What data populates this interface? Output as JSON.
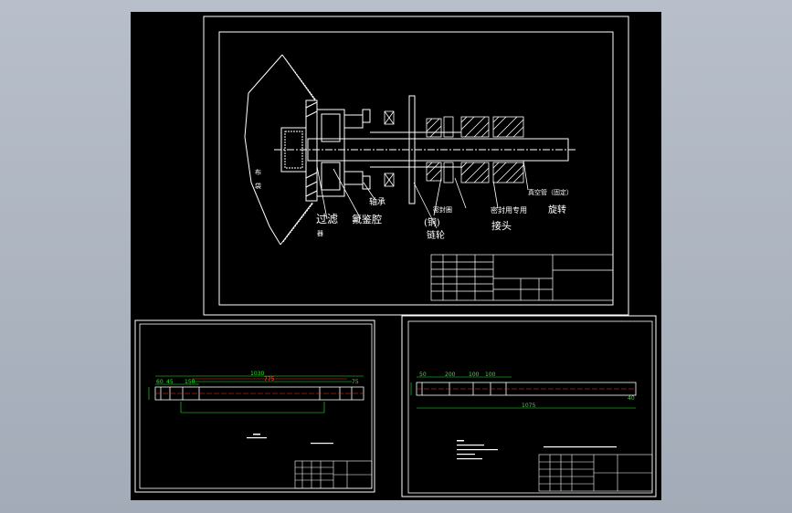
{
  "colors": {
    "background": "#a8b0bd",
    "canvas": "#000000",
    "line": "#ffffff",
    "dimension": "#22ee22",
    "red": "#ff3333"
  },
  "main_drawing": {
    "labels": {
      "bu": "布",
      "dai": "袋",
      "guolv": "过滤",
      "qi": "器",
      "zhoucheng": "轴承",
      "shenglv": "氟鉴腔",
      "tongsheng": "(铜)",
      "lvlun": "链轮",
      "mifengquan": "密封圈",
      "mifeng_zhuanyong": "密封用专用",
      "xuanzhuan": "旋转",
      "jietou": "接头",
      "zhenkongguan": "真空管（固定）"
    }
  },
  "sheet_left": {
    "dims": {
      "d1030": "1030",
      "d775": "775",
      "d60": "60",
      "d45": "45",
      "d150": "150",
      "d75": "75"
    }
  },
  "sheet_right": {
    "dims": {
      "d50": "50",
      "d200": "200",
      "d100a": "100",
      "d100b": "100",
      "d1075": "1075",
      "d40": "40"
    }
  }
}
